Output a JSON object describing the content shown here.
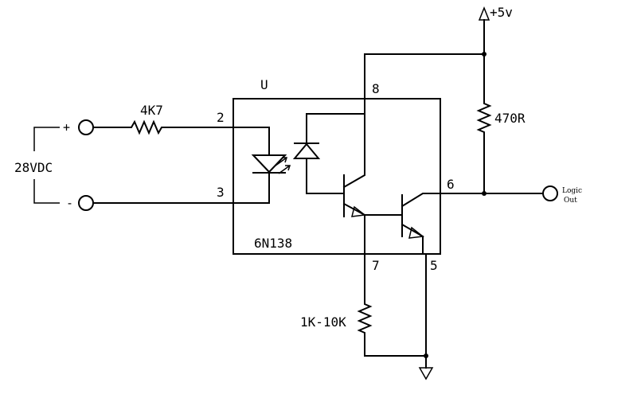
{
  "labels": {
    "supply": "+5v",
    "input_voltage": "28VDC",
    "plus": "+",
    "minus": "-",
    "r_in": "4K7",
    "r_pullup": "470R",
    "r_base": "1K-10K",
    "ic_ref": "U",
    "ic_part": "6N138",
    "pin2": "2",
    "pin3": "3",
    "pin5": "5",
    "pin6": "6",
    "pin7": "7",
    "pin8": "8",
    "out_line1": "Logic",
    "out_line2": "Out"
  }
}
